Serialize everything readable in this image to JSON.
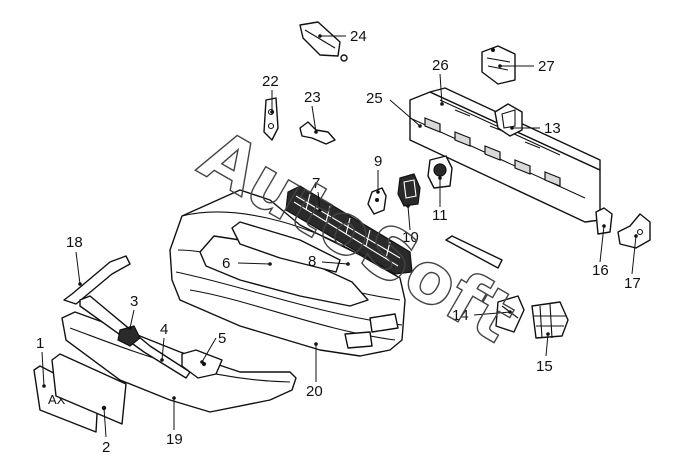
{
  "watermark": "AutoSoft",
  "plate_text": "AX",
  "callouts": [
    {
      "num": "1"
    },
    {
      "num": "2"
    },
    {
      "num": "3"
    },
    {
      "num": "4"
    },
    {
      "num": "5"
    },
    {
      "num": "6"
    },
    {
      "num": "7"
    },
    {
      "num": "8"
    },
    {
      "num": "9"
    },
    {
      "num": "10"
    },
    {
      "num": "11"
    },
    {
      "num": "13"
    },
    {
      "num": "14"
    },
    {
      "num": "15"
    },
    {
      "num": "16"
    },
    {
      "num": "17"
    },
    {
      "num": "18"
    },
    {
      "num": "19"
    },
    {
      "num": "20"
    },
    {
      "num": "22"
    },
    {
      "num": "23"
    },
    {
      "num": "24"
    },
    {
      "num": "25"
    },
    {
      "num": "26"
    },
    {
      "num": "27"
    }
  ]
}
